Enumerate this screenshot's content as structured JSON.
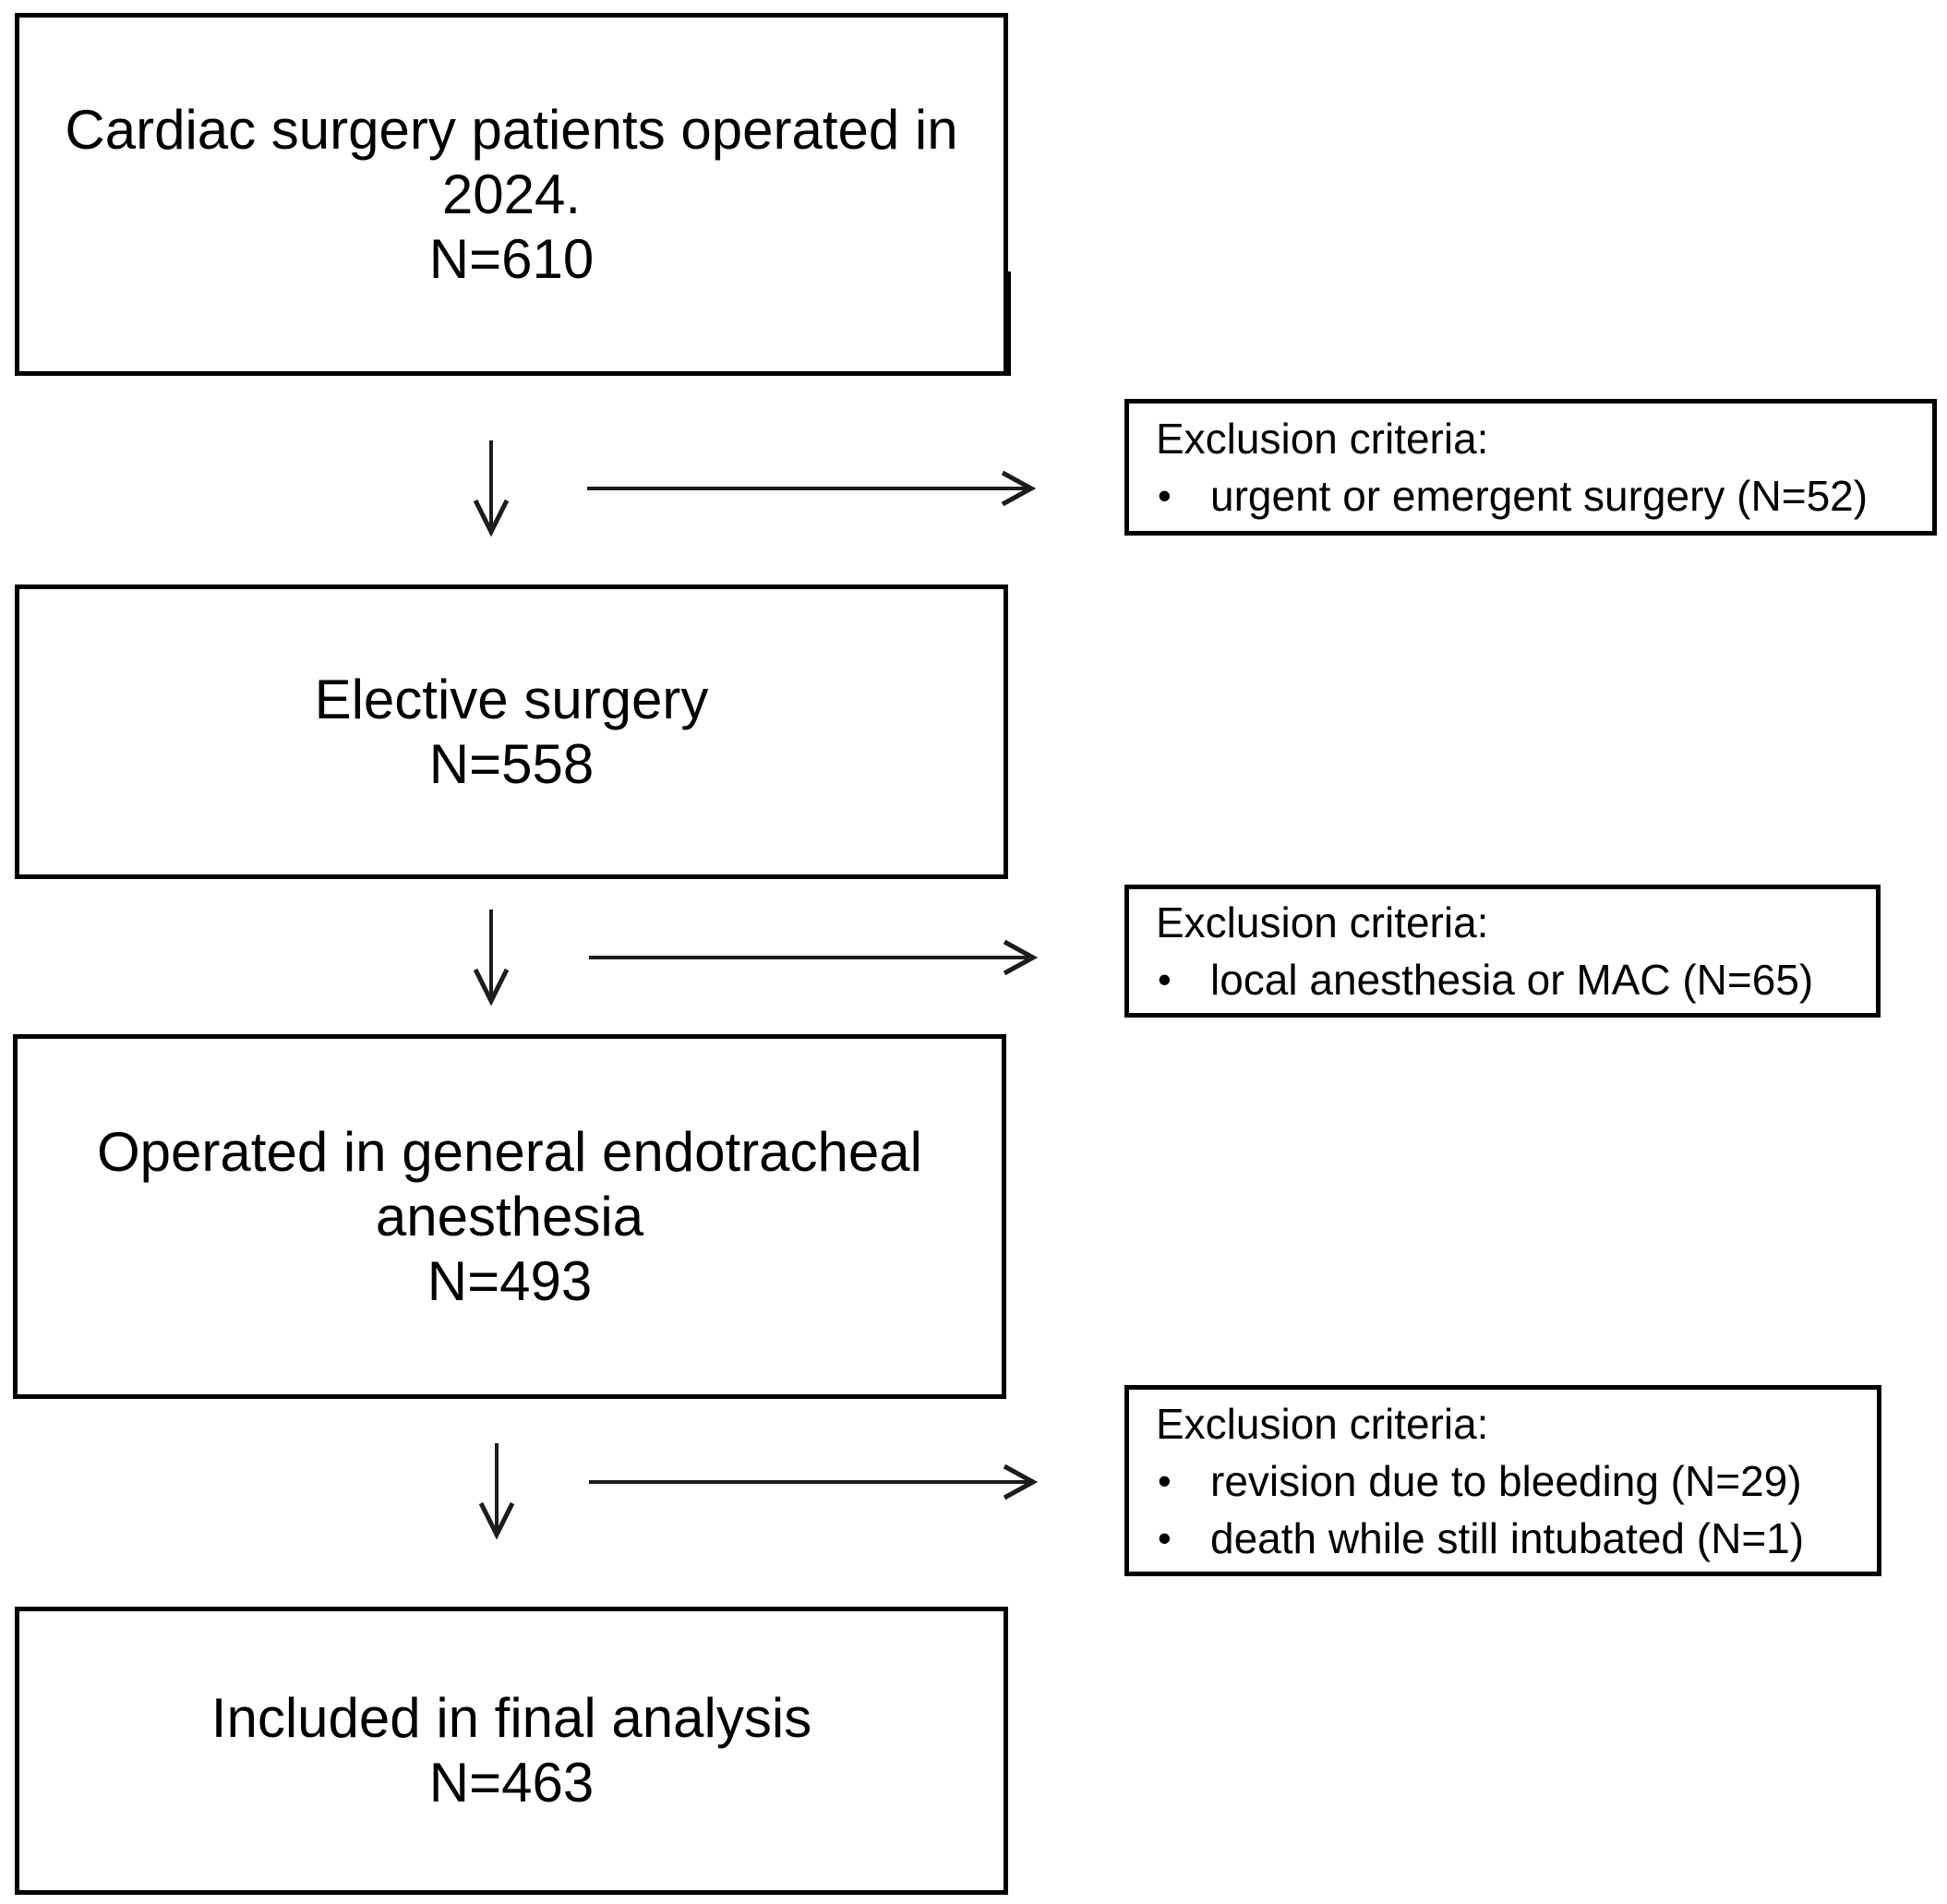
{
  "diagram": {
    "title": "Cardiac surgery patient flow diagram",
    "colors": {
      "background": "#ffffff",
      "border": "#000000",
      "text": "#000000",
      "arrow": "#1c1c1c"
    },
    "flow_boxes": [
      {
        "name": "total-patients",
        "lines": [
          "Cardiac surgery patients operated in",
          "2024.",
          "N=610"
        ]
      },
      {
        "name": "elective-surgery",
        "lines": [
          "Elective surgery",
          "N=558"
        ]
      },
      {
        "name": "general-anesthesia",
        "lines": [
          "Operated in general endotracheal",
          "anesthesia",
          "N=493"
        ]
      },
      {
        "name": "final-analysis",
        "lines": [
          "Included in final analysis",
          "N=463"
        ]
      }
    ],
    "exclusion_boxes": [
      {
        "name": "exclusion-1",
        "title": "Exclusion criteria:",
        "bullet": "•",
        "items": [
          "urgent or emergent surgery (N=52)"
        ]
      },
      {
        "name": "exclusion-2",
        "title": "Exclusion criteria:",
        "bullet": "•",
        "items": [
          "local anesthesia or MAC (N=65)"
        ]
      },
      {
        "name": "exclusion-3",
        "title": "Exclusion criteria:",
        "bullet": "•",
        "items": [
          "revision due to bleeding (N=29)",
          "death while still intubated (N=1)"
        ]
      }
    ]
  }
}
